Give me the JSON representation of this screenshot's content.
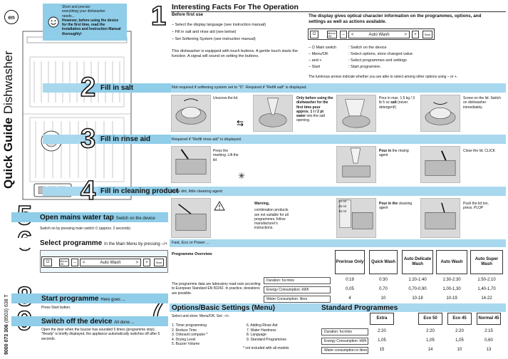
{
  "lang": "en",
  "vertical_title": {
    "bold": "Quick Guide",
    "light": " Dishwasher"
  },
  "part_number": {
    "bold": "9000 073 306",
    "light": "(8503) 638 T"
  },
  "intro_box": {
    "line1": "Short and precise:",
    "line2": "everything your dishwasher",
    "line3": "needs...",
    "bold": "However, before using the device for the first time, read the Installation and Instruction Manual thoroughly!"
  },
  "sections": {
    "s1": {
      "num": "1",
      "title": "Interesting Facts For The Operation",
      "before": "Before first use",
      "steps": [
        "– Select the display language (see instruction manual)",
        "– Fill in salt and rinse aid (see below)",
        "– Set Softening System (see instruction manual)"
      ],
      "touch": "This dishwasher is equipped with touch buttons. A gentle touch starts the function. A signal will sound on setting the buttons.",
      "display_bold": "The display gives optical character information on the programmes, options, and settings as well as actions available.",
      "legend": [
        {
          "key": "– ⏻ Main switch",
          "val": ": Switch on the device"
        },
        {
          "key": "– Menu/OK",
          "val": ": Select options, store changed value"
        },
        {
          "key": "– and +",
          "val": ": Select programmes and settings"
        },
        {
          "key": "– Start",
          "val": ": Start programme."
        }
      ],
      "luminous": "The luminous arrows indicate whether you are able to select among other options using – or +."
    },
    "s2": {
      "num": "2",
      "title": "Fill in salt",
      "band": "Not required if softening system set to \"0\". Required if \"Refill salt\" is displayed.",
      "t1": "Unscrew the lid.",
      "t2_bold": "Only before using the dishwasher for the first time pour approx. 1 l / 2 pt water",
      "t2": "into the salt opening.",
      "t3a": "Pour in max. 1.5 kg / 3 lb 5 oz",
      "t3b": "salt",
      "t3c": "(never detergent!)",
      "t4": "Screw on the lid. Switch on dishwasher immediately."
    },
    "s3": {
      "num": "3",
      "title": "Fill in rinse aid",
      "band": "Required if \"Refill rinse aid\" is displayed.",
      "t1": "Press the marking. Lift the lid",
      "t2_bold": "Pour in",
      "t2": "the rinsing agent",
      "t3": "Close the lid. CLICK"
    },
    "s4": {
      "num": "4",
      "title": "Fill in cleaning product",
      "band": "Little dirt, little cleaning agent",
      "t1_bold": "Warning,",
      "t1": "combination products are not suitable for all programmes, follow manufacturer's instructions.",
      "t2_bold": "Pour in the",
      "t2": "cleaning agent",
      "t3": "Push the lid too, press. PLOP",
      "ml": [
        "40 ml",
        "25 ml",
        "15 ml"
      ]
    },
    "s5": {
      "num": "5",
      "title": "Open mains water tap",
      "sub": "Switch on the device",
      "note": "Switch on by pressing main switch ⏻ (approx. 2 seconds)"
    },
    "s6": {
      "num": "6",
      "title": "Select programme",
      "sub": "In the Main Menu by pressing –/+",
      "band": "Fast, Eco or Power ..."
    },
    "s7": {
      "num": "7",
      "title": "Options/Basic Settings (Menu)",
      "select": "Select and store: Menu/OK; Set: –/+.",
      "opts_left": [
        "1. Timer programming",
        "2. Reduce Time",
        "3. Onboard computer *",
        "4. Drying Level",
        "5. Buzzer Volume"
      ],
      "opts_right": [
        "6. Adding Rinse Aid",
        "7. Water Hardness",
        "8. Language",
        "9. Standard Programmes"
      ],
      "footnote": "*  not included with all models"
    },
    "s8": {
      "num": "8",
      "title": "Start programme",
      "sub": "Here goes ...",
      "note": "Press Start button."
    },
    "s9": {
      "num": "9",
      "title": "Switch off the device",
      "sub": "All done ...",
      "note": "Open the door when the buzzer has sounded 5 times (programme stop). \"Ready\" is briefly displayed, the appliance automatically switches off after 5 seconds."
    }
  },
  "control_panel": {
    "menu": "Menu/ OK",
    "minus": "–",
    "lt": "<",
    "prog": "Auto Wash",
    "gt": ">",
    "plus": "+",
    "start": "Start",
    "power": "⏻"
  },
  "overview": {
    "title": "Programme Overview",
    "note": "The programme data are laboratory read-outs according to European Standard EN 50242. In practice, deviations are possible.",
    "columns": [
      "Prerinse Only",
      "Quick Wash",
      "Auto Delicate Wash",
      "Auto Wash",
      "Auto Super Wash"
    ],
    "rows": [
      {
        "label": "Duration: hs:mins",
        "values": [
          "0:19",
          "0:30",
          "1:20-1:40",
          "1:30-2:30",
          "1:50-2:10"
        ]
      },
      {
        "label": "Energy Consumption: kWh",
        "values": [
          "0,05",
          "0,70",
          "0,70-0,90",
          "1,00-1,30",
          "1,40-1,70"
        ]
      },
      {
        "label": "Water Consumption: litres",
        "values": [
          "4",
          "10",
          "10-18",
          "10-19",
          "14-22"
        ]
      }
    ]
  },
  "standard": {
    "title": "Standard Programmes",
    "columns": [
      "Extra",
      "Eco 50",
      "Eco 45",
      "Normal 45"
    ],
    "rows": [
      {
        "label": "Duration: hs:mins",
        "values": [
          "2:20",
          "2:20",
          "2:20",
          "2:15"
        ]
      },
      {
        "label": "Energy Consumption: kWh",
        "values": [
          "1,05",
          "1,05",
          "1,05",
          "0,60"
        ]
      },
      {
        "label": "Water consumption in litres",
        "values": [
          "15",
          "14",
          "10",
          "13"
        ]
      }
    ]
  },
  "colors": {
    "band": "#a8d8ee",
    "accent": "#8fcde8",
    "text": "#111111"
  }
}
